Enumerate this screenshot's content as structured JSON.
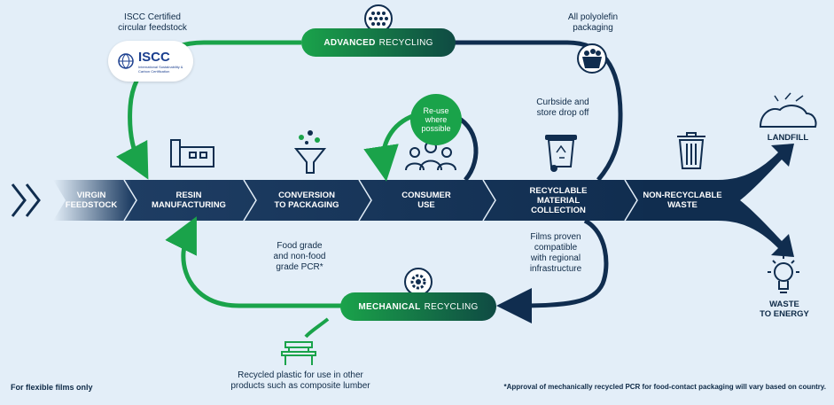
{
  "feedstock_label": "ISCC Certified\ncircular feedstock",
  "iscc_logo": {
    "name": "ISCC",
    "sub": "International Sustainability & Carbon Certification"
  },
  "advanced_pill": {
    "bold": "ADVANCED",
    "rest": "RECYCLING"
  },
  "mechanical_pill": {
    "bold": "MECHANICAL",
    "rest": "RECYCLING"
  },
  "polyolefin_label": "All polyolefin\npackaging",
  "curbside_label": "Curbside and\nstore drop off",
  "reuse_label": "Re-use\nwhere\npossible",
  "food_grade_label": "Food grade\nand non-food\ngrade PCR*",
  "films_label": "Films proven\ncompatible\nwith regional\ninfrastructure",
  "lumber_label": "Recycled plastic for use in other\nproducts such as composite lumber",
  "stages": [
    {
      "label": "VIRGIN\nFEEDSTOCK"
    },
    {
      "label": "RESIN\nMANUFACTURING"
    },
    {
      "label": "CONVERSION\nTO PACKAGING"
    },
    {
      "label": "CONSUMER\nUSE"
    },
    {
      "label": "RECYCLABLE\nMATERIAL\nCOLLECTION"
    },
    {
      "label": "NON-RECYCLABLE\nWASTE"
    }
  ],
  "landfill_label": "LANDFILL",
  "energy_label": "WASTE\nTO ENERGY",
  "footer_left": "For flexible films only",
  "footer_right": "*Approval of mechanically recycled PCR for food-contact packaging will vary based on country.",
  "colors": {
    "navy": "#102d4f",
    "green": "#1aa34a",
    "background": "#e3eef8"
  }
}
